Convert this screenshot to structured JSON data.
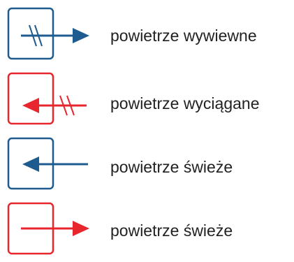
{
  "colors": {
    "blue": "#1e5b8e",
    "red": "#e8262e"
  },
  "legend": [
    {
      "icon": "exhaust-air-icon",
      "color": "blue",
      "label": "powietrze wywiewne"
    },
    {
      "icon": "extract-air-icon",
      "color": "red",
      "label": "powietrze wyciągane"
    },
    {
      "icon": "fresh-air-in-icon",
      "color": "blue",
      "label": "powietrze świeże"
    },
    {
      "icon": "fresh-air-out-icon",
      "color": "red",
      "label": "powietrze świeże"
    }
  ]
}
